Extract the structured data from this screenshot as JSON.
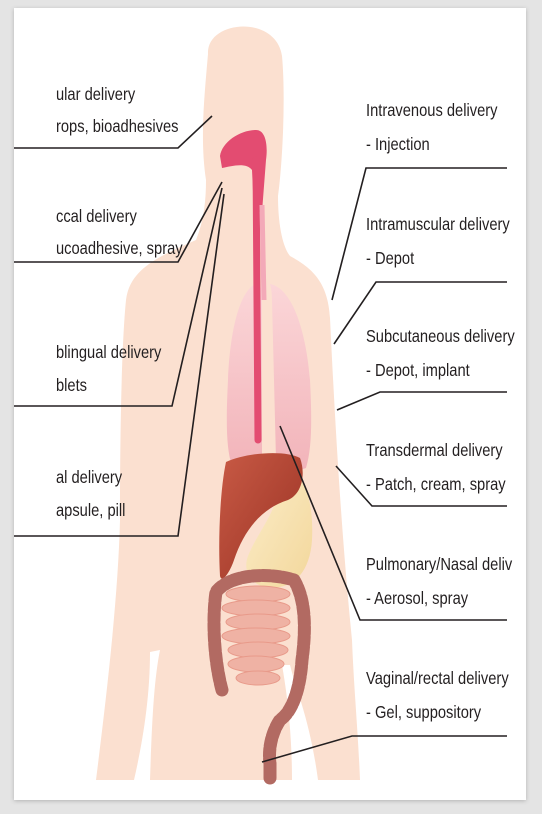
{
  "left_labels": [
    {
      "id": "ocular",
      "title": "ular delivery",
      "detail": "rops, bioadhesives"
    },
    {
      "id": "buccal",
      "title": "ccal delivery",
      "detail": "ucoadhesive, spray"
    },
    {
      "id": "sublingual",
      "title": "blingual delivery",
      "detail": "blets"
    },
    {
      "id": "oral",
      "title": "al delivery",
      "detail": "apsule, pill"
    }
  ],
  "right_labels": [
    {
      "id": "intravenous",
      "title": "Intravenous delivery",
      "detail": "- Injection"
    },
    {
      "id": "intramuscular",
      "title": "Intramuscular delivery",
      "detail": "- Depot"
    },
    {
      "id": "subcutaneous",
      "title": "Subcutaneous delivery",
      "detail": "- Depot, implant"
    },
    {
      "id": "transdermal",
      "title": "Transdermal delivery",
      "detail": "- Patch, cream, spray"
    },
    {
      "id": "pulmonary",
      "title": "Pulmonary/Nasal deliv",
      "detail": "- Aerosol, spray"
    },
    {
      "id": "vaginal-rectal",
      "title": "Vaginal/rectal delivery",
      "detail": "- Gel, suppository"
    }
  ],
  "colors": {
    "skin": "#fbe0d0",
    "lungs": "#f7c6c9",
    "trachea": "#e34c71",
    "liver": "#b5402f",
    "stomach": "#f8e2b4",
    "large_intestine": "#b26a62",
    "small_intestine": "#efb2a4",
    "text": "#231f20"
  }
}
